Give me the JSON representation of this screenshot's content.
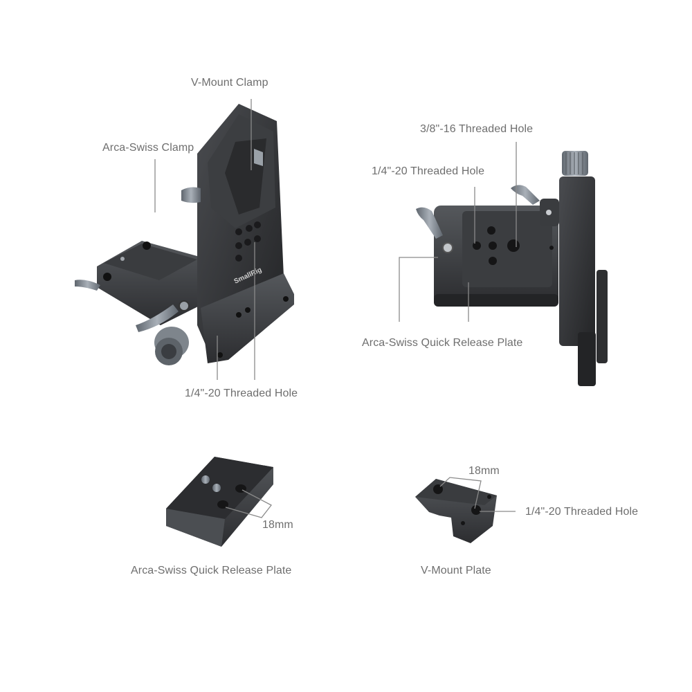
{
  "brand_mark": "SmallRig",
  "main_view": {
    "labels": {
      "v_mount_clamp": "V-Mount Clamp",
      "arca_swiss_clamp": "Arca-Swiss Clamp",
      "threaded_hole_bottom": "1/4\"-20 Threaded Hole"
    }
  },
  "side_view": {
    "labels": {
      "threaded_hole_3_8": "3/8\"-16 Threaded Hole",
      "threaded_hole_1_4": "1/4\"-20 Threaded Hole",
      "quick_release_plate": "Arca-Swiss Quick Release Plate"
    }
  },
  "accessories": [
    {
      "name": "Arca-Swiss Quick Release Plate",
      "dimension": "18mm"
    },
    {
      "name": "V-Mount Plate",
      "dimension": "18mm",
      "feature": "1/4\"-20 Threaded Hole"
    }
  ],
  "colors": {
    "background": "#ffffff",
    "label_text": "#6e6e6e",
    "leader_line": "#8a8a8a",
    "metal_dark": "#2e2f31",
    "metal_mid": "#45474a",
    "metal_light": "#8d939a"
  }
}
